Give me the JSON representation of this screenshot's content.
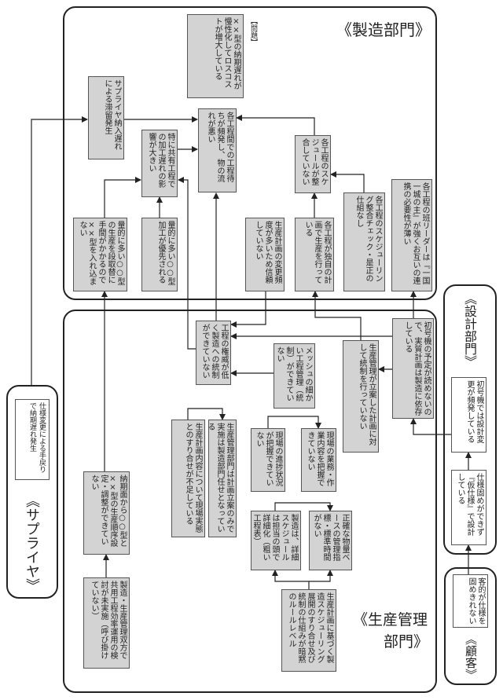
{
  "departments": {
    "manufacturing": "《製造部門》",
    "production_control": "《生産管理\n部門》",
    "production_control_line1": "《生産管理",
    "production_control_line2": "部門》",
    "design": "《設計部門》",
    "supplier": "《サプライヤ》",
    "customer": "《顧客》"
  },
  "problem_label": "【問題】",
  "boxes": {
    "problem": "××型の納期遅れが慢性化してロスコストが増大している",
    "supplier_delay": "サプライヤ納入遅れによる滞留発生",
    "wait_time": "各工程間での工程待ちが頻発し、物の流れが悪い",
    "shared_process": "特に共有工程での加工遅れの影響が大きい",
    "changeover": "量的に多い○○型の生産を段取替に手間がかかるので××型を入れ込まない",
    "priority": "量的に多い○○型加工が優先される",
    "plan_change": "生産計画の変更頻度が多いため信頼していない",
    "own_plan": "各工程が独自の計画で生産を行っている",
    "schedule_mismatch": "各工程のスケジュールが整合していない",
    "no_check": "各工程のスケジューリング整合チェック・是正の仕組なし",
    "leaders": "各工程の班リーダーは『一国一城の主』が強くお互いの連携の必要性が薄い",
    "low_authority": "工程の権威が低く製造への統制ができていない",
    "mesh_control": "メッシュの細かい工程管理（統制）ができていない",
    "no_control": "生産管理が立案した計画に対して統制を行っていない",
    "first_unit": "初号機の予定が読めないので、実質計画は製造に依存している",
    "alignment": "生産計画内容について現場実態とのすり合せが不足している",
    "planning_only": "生産管理部門は計画立案のみで実施は製造部門任せとなっている",
    "progress": "現場の進捗状況が把握できていない",
    "work_content": "現場の業務・作業内容を把握できていない",
    "detail_schedule": "製造は、詳細スケジュールは担当の頭で詳細化（粗い工程表）",
    "standards": "正確な物量ベースの管理指標・標準時間がない",
    "rules": "生産計画に基づく製造スケジューリング展開のすり合せ及び統制の仕組みが暗黙のルールレベル",
    "sequence": "納期面から○○型と××型の生産順序設定・調整ができていない",
    "shared_use": "製造・生産管理双方で共用工程効率運用の検討が未実施（呼び掛けていない）",
    "spec_change_supplier": "仕様変更による手戻りで納期遅れ発生",
    "design_change": "初号機では設計変更が頻発している",
    "tentative_spec": "仕様固めができず『仮仕様』で設計している",
    "customer_spec": "客的が仕様を固めきれない"
  },
  "colors": {
    "box_fill": "#d3d3d3",
    "line": "#222222"
  }
}
